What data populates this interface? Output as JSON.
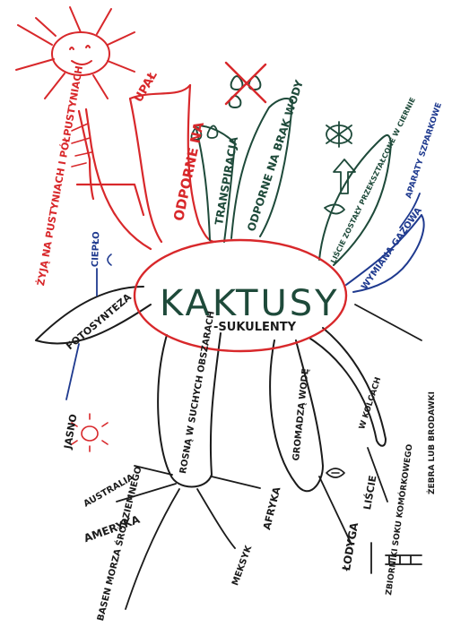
{
  "center": {
    "title": "KAKTUSY",
    "subtitle": "-SUKULENTY"
  },
  "labels": {
    "odporne_na": "ODPORNE NA",
    "upal": "UPAŁ",
    "zyja_na": "ŻYJĄ NA PUSTYNIACH I PÓŁPUSTYNIACH",
    "transpiracja": "TRANSPIRACJA",
    "odporne_brak_wody": "ODPORNE NA BRAK WODY",
    "liscie": "LIŚCIE ZOSTAŁY PRZEKSZTAŁCONE W CIERNIE",
    "aparaty": "APARATY SZPARKOWE",
    "wymiana": "WYMIANA GAZOWA",
    "fotosynteza": "FOTOSYNTEZA",
    "cieplo": "CIEPŁO",
    "jasno": "JASNO",
    "rosna": "ROSNĄ W SUCHYCH OBSZARACH",
    "australia": "AUSTRALIA",
    "ameryka": "AMERYKA",
    "basen": "BASEN MORZA ŚRÓDZIEMNEGO",
    "meksyk": "MEKSYK",
    "afryka": "AFRYKA",
    "gromadza": "GROMADZĄ WODĘ",
    "kolcow": "W KOLCACH",
    "lodyga": "ŁODYGA",
    "liscie2": "LIŚCIE",
    "zbiorniki": "ZBIORNIKI SOKU KOMÓRKOWEGO",
    "zebra": "ŻEBRA LUB BRODAWKI"
  },
  "colors": {
    "red": "#d8282b",
    "green": "#1e4a3a",
    "blue": "#1f3a8f",
    "black": "#1b1b1b"
  }
}
